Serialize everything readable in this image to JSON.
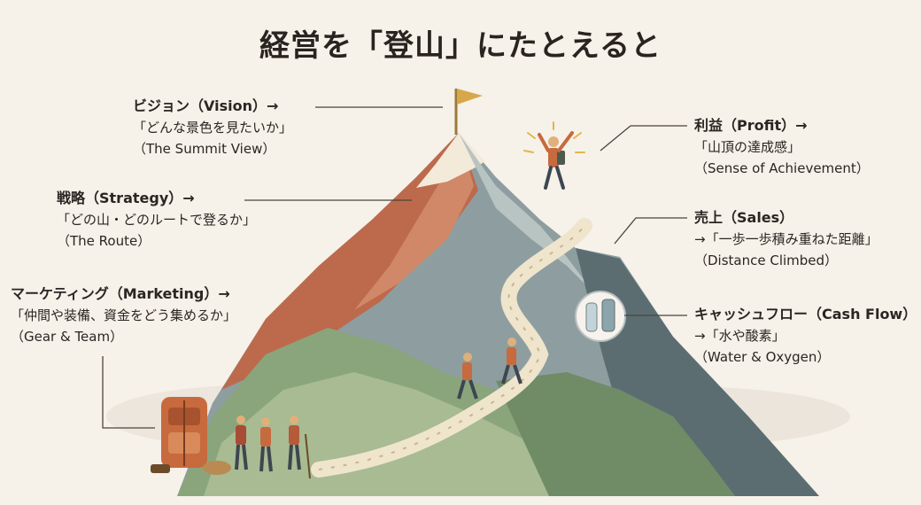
{
  "title": "経営を「登山」にたとえると",
  "labels": {
    "vision": {
      "head": "ビジョン（Vision）→",
      "line1": "「どんな景色を見たいか」",
      "line2": "（The Summit View）"
    },
    "strategy": {
      "head": "戦略（Strategy）→",
      "line1": "「どの山・どのルートで登るか」",
      "line2": "（The Route）"
    },
    "marketing": {
      "head": "マーケティング（Marketing）→",
      "line1": "「仲間や装備、資金をどう集めるか」",
      "line2": "（Gear & Team）"
    },
    "profit": {
      "head": "利益（Profit）→",
      "line1": "「山頂の達成感」",
      "line2": "（Sense of Achievement）"
    },
    "sales": {
      "head": "売上（Sales）",
      "line1": "→「一歩一歩積み重ねた距離」",
      "line2": "（Distance Climbed）"
    },
    "cashflow": {
      "head": "キャッシュフロー（Cash Flow）",
      "line1": "→「水や酸素」",
      "line2": "（Water & Oxygen）"
    }
  },
  "colors": {
    "background": "#f6f1e9",
    "rust": "#b9684a",
    "green": "#7f9d72",
    "slate": "#6f8288",
    "path": "#efe4cc",
    "flag": "#d7a84a"
  }
}
